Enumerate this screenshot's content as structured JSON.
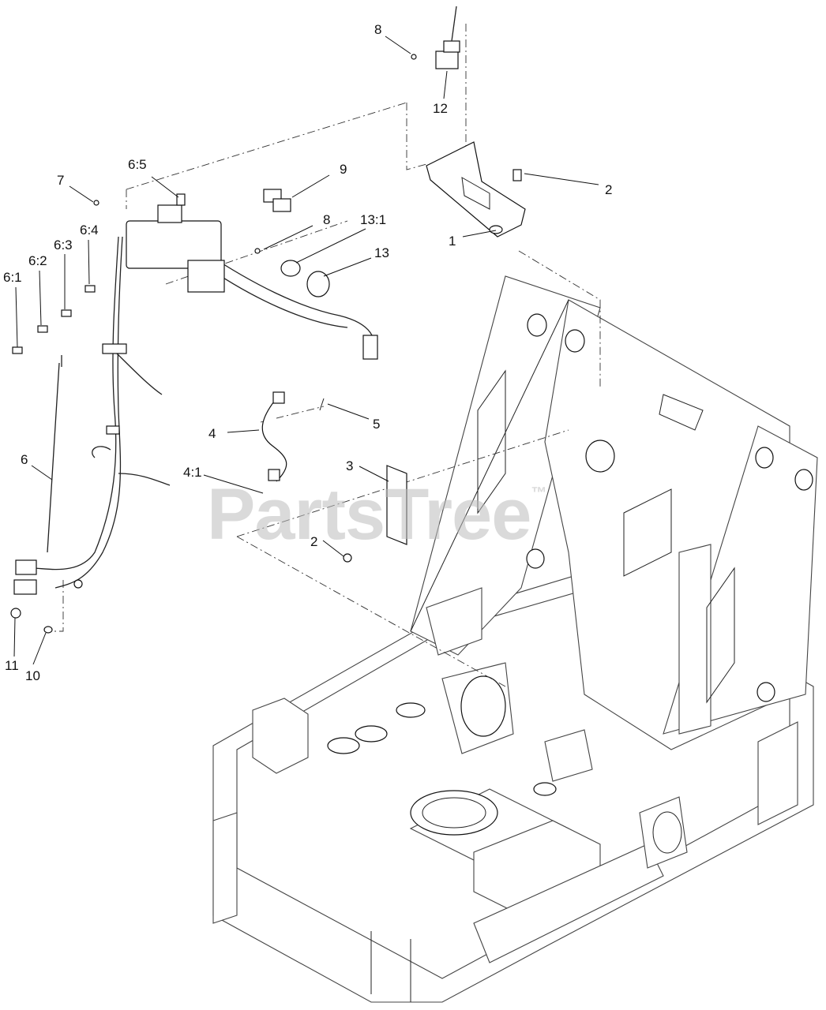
{
  "watermark": {
    "text": "PartsTree",
    "mark": "™"
  },
  "callouts": {
    "c8_top": "8",
    "c12": "12",
    "c2_top": "2",
    "c1": "1",
    "c7": "7",
    "c6_5": "6:5",
    "c9": "9",
    "c8_mid": "8",
    "c13_1": "13:1",
    "c13": "13",
    "c6_4": "6:4",
    "c6_3": "6:3",
    "c6_2": "6:2",
    "c6_1": "6:1",
    "c4": "4",
    "c5": "5",
    "c3": "3",
    "c4_1": "4:1",
    "c6": "6",
    "c2_bot": "2",
    "c11": "11",
    "c10": "10"
  }
}
